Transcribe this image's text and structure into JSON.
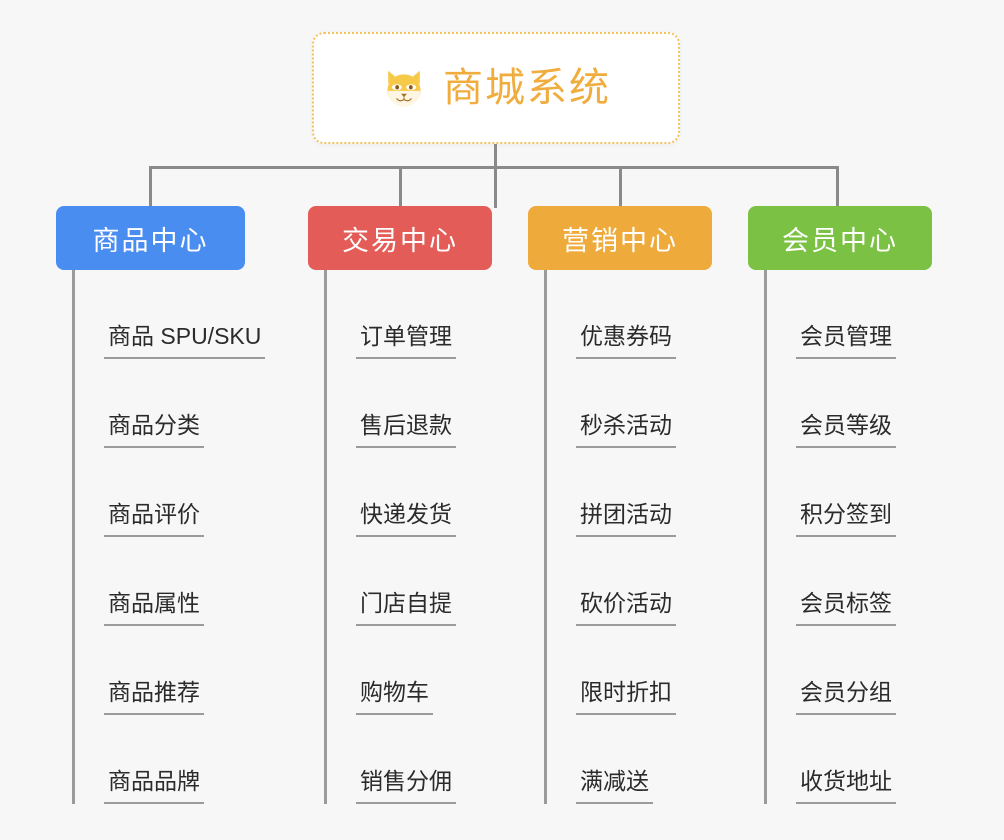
{
  "page": {
    "background_color": "#f7f7f7",
    "type": "mindmap-org-chart"
  },
  "root": {
    "title": "商城系统",
    "icon": "shiba-dog-face-icon",
    "border_color": "#f5c15a",
    "text_color": "#f0ad3e",
    "background_color": "#ffffff"
  },
  "connector": {
    "color": "#8a8a8a"
  },
  "branches": [
    {
      "title": "商品中心",
      "color": "#4a8df0",
      "items": [
        "商品 SPU/SKU",
        "商品分类",
        "商品评价",
        "商品属性",
        "商品推荐",
        "商品品牌"
      ]
    },
    {
      "title": "交易中心",
      "color": "#e45c57",
      "items": [
        "订单管理",
        "售后退款",
        "快递发货",
        "门店自提",
        "购物车",
        "销售分佣"
      ]
    },
    {
      "title": "营销中心",
      "color": "#eeab3c",
      "items": [
        "优惠券码",
        "秒杀活动",
        "拼团活动",
        "砍价活动",
        "限时折扣",
        "满减送"
      ]
    },
    {
      "title": "会员中心",
      "color": "#7bc143",
      "items": [
        "会员管理",
        "会员等级",
        "积分签到",
        "会员标签",
        "会员分组",
        "收货地址"
      ]
    }
  ]
}
